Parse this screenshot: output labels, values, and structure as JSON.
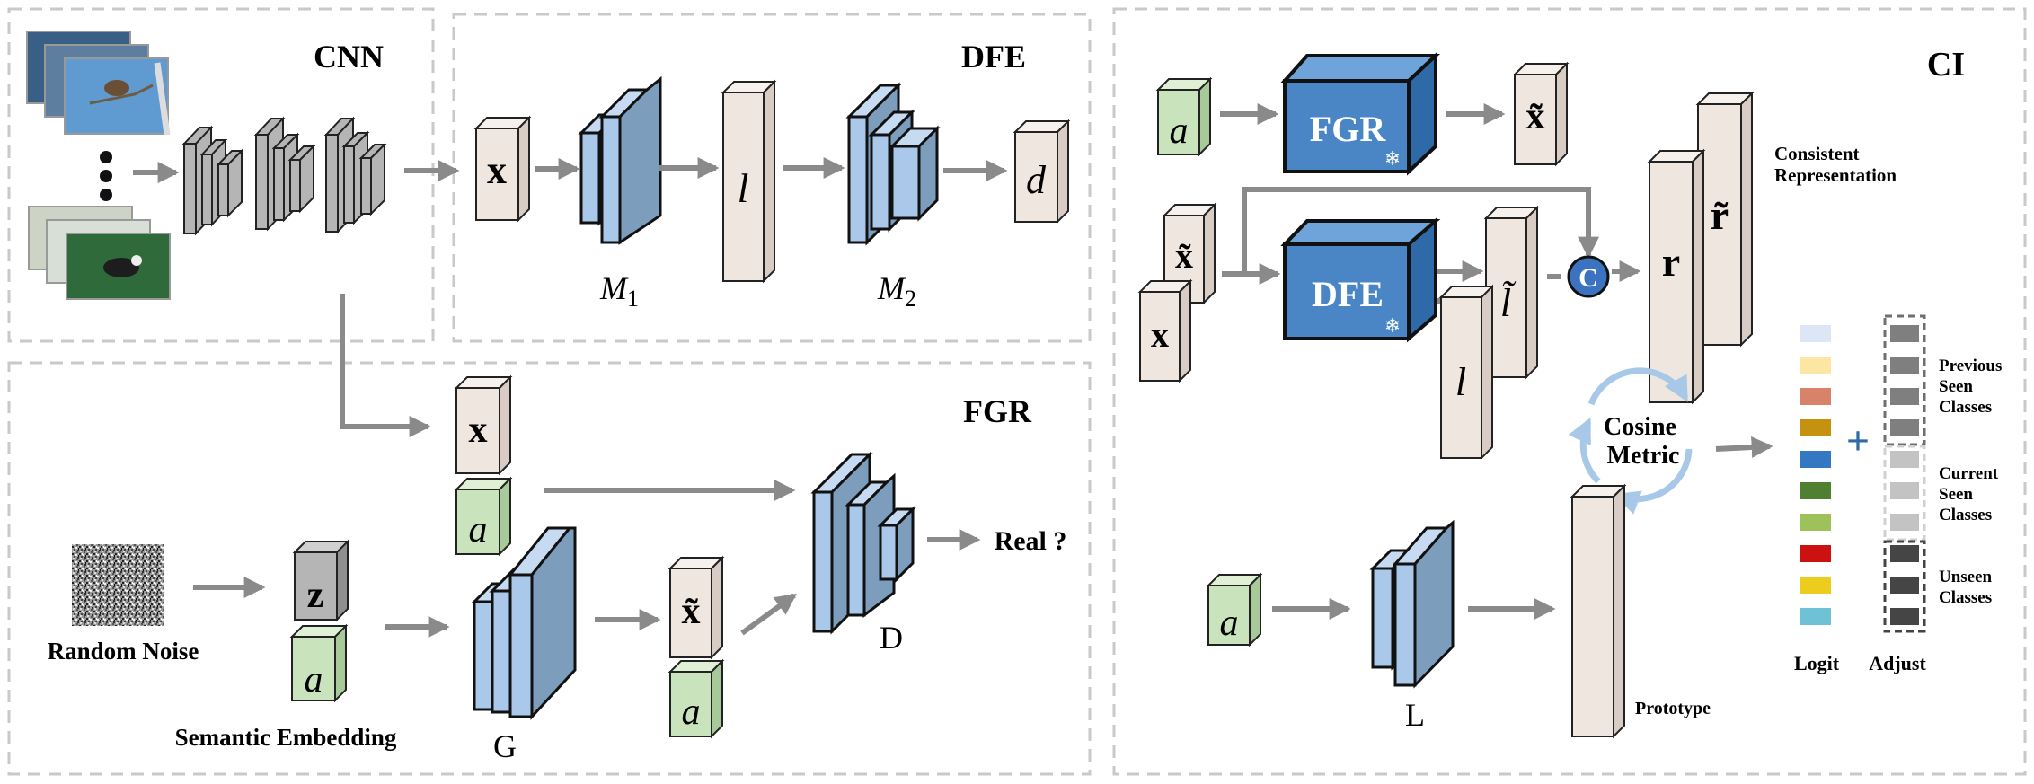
{
  "panels": {
    "cnn": {
      "title": "CNN"
    },
    "dfe": {
      "title": "DFE",
      "x": "x",
      "l": "l",
      "d": "d",
      "m1": "M",
      "m1_sub": "1",
      "m2": "M",
      "m2_sub": "2"
    },
    "fgr": {
      "title": "FGR",
      "noise_label": "Random Noise",
      "semantic_label": "Semantic Embedding",
      "z": "z",
      "a": "a",
      "x": "x",
      "xt": "x̃",
      "g_label": "G",
      "d_label": "D",
      "real_label": "Real ?"
    },
    "ci": {
      "title": "CI",
      "a": "a",
      "fgr_box": "FGR",
      "dfe_box": "DFE",
      "snowflake": "❄",
      "xt": "x̃",
      "x": "x",
      "lt": "l̃",
      "l": "l",
      "concat": "C",
      "r": "r",
      "rt": "r̃",
      "consistent_line1": "Consistent",
      "consistent_line2": "Representation",
      "cosine_line1": "Cosine",
      "cosine_line2": "Metric",
      "plus": "+",
      "L_label": "L",
      "prototype_label": "Prototype",
      "logit_label": "Logit",
      "adjust_label": "Adjust",
      "group_prev": [
        "Previous",
        "Seen",
        "Classes"
      ],
      "group_curr": [
        "Current",
        "Seen",
        "Classes"
      ],
      "group_unseen": [
        "Unseen",
        "Classes"
      ]
    }
  },
  "colors": {
    "border": "#c9c9c9",
    "arrow": "#8a8a8a",
    "box_beige": "#efe6e0",
    "box_green": "#c9e3bd",
    "box_gray": "#b5b5b5",
    "layer_blue": "#a9c8ea",
    "layer_blue_dark": "#7d9dbd",
    "block_blue": "#4a86c6",
    "block_blue_top": "#6fa4da",
    "block_blue_side": "#2f6aa8",
    "concat_blue": "#3c73c0",
    "arc_blue": "#a8c8e8"
  },
  "logit_colors": [
    "#dce6f5",
    "#fde5a3",
    "#d9826a",
    "#c4920e",
    "#3578c2",
    "#4f7f31",
    "#9fc15a",
    "#cc1111",
    "#eccc1c",
    "#6fc2d6"
  ],
  "adjust_colors": [
    "#7f7f7f",
    "#7f7f7f",
    "#7f7f7f",
    "#7f7f7f",
    "#c3c3c3",
    "#c3c3c3",
    "#c3c3c3",
    "#454545",
    "#454545",
    "#454545"
  ],
  "icons": [
    "bird-photo-stack-icon",
    "vertical-ellipsis-icon",
    "random-noise-image-icon",
    "snowflake-icon",
    "concat-icon",
    "cosine-metric-cycle-icon",
    "plus-icon"
  ]
}
